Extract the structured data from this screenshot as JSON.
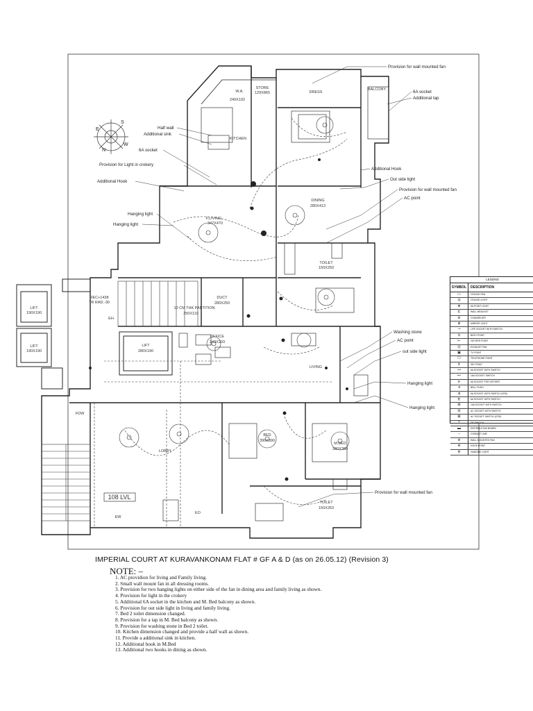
{
  "title": "IMPERIAL COURT  AT KURAVANKONAM FLAT # GF A & D (as on 26.05.12) (Revision 3)",
  "note_heading": "NOTE: –",
  "notes": [
    "1. AC providion for living and Family living.",
    "2. Small wall mount fan in all dressing rooms.",
    "3. Provision for two hanging lights on either side of the fan in dining area and family living as shown.",
    "4. Provision for light in the crokery",
    "5. Additional 6A socket in the kitchen and M. Bed balcony as shown.",
    "6. Provision for out side light in living and family living.",
    "7. Bed 2 toilet dimension changed.",
    "8. Provision for a tap in M. Bed balcony as shown.",
    "9. Provision for washing stone in Bed 2 toilet.",
    "10. Kitchen dimension changed and provide a half wall as shown.",
    "11. Provide a additional sink in kitchen.",
    "12. Additional hook in M.Bed",
    "13. Additional two hooks in dining as shown."
  ],
  "callouts_left": [
    "Half wall",
    "Additional sink",
    "6A socket",
    "Provision for Light in crokery",
    "Additional Hook",
    "Hanging light",
    "Hanging light"
  ],
  "callouts_right": [
    "Provision for wall mounted fan",
    "6A socket",
    "Additional tap",
    "Additional Hook",
    "Out side light",
    "Provision for wall mounted fan",
    "AC point",
    "Washing stone",
    "AC point",
    "out side light",
    "Hanging light",
    "Hanging light",
    "Provision for wall mounted fan"
  ],
  "compass": {
    "n": "N",
    "s": "S",
    "e": "E",
    "w": "W"
  },
  "rooms": {
    "store": "STORE",
    "store_dim": "129X865",
    "wa": "W.A.",
    "wa_dim": "240X192",
    "dress": "DRESS",
    "balcony": "BALCONY",
    "kitchen": "KITCHEN",
    "dining": "DINING",
    "dining_dim": "280X413",
    "fliving": "F.LIVING",
    "fliving_dim": "347X470",
    "toilet": "TOILET",
    "toilet_dim": "150X250",
    "duct": "DUCT",
    "duct_dim": "280X250",
    "parking": "10 CM THK PARTITION",
    "parking_dim": "250X110",
    "office": "OFFICE",
    "office_dim": "343X203",
    "lift1": "LIFT",
    "lift1_dim": "190X190",
    "lift2": "LIFT",
    "lift2_dim": "190X190",
    "lift3": "LIFT",
    "lift3_dim": "280X190",
    "rec": "REC+1438",
    "rec2": "TR RAD.-30",
    "lobby": "LOBBY",
    "living": "LIVING",
    "bed": "BED",
    "bed_dim": "390X390",
    "mbed": "M.BED",
    "mbed_dim": "380X380",
    "toilet2": "TOILET",
    "toilet2_dim": "150X263",
    "fdw": "FDW",
    "ew": "EW",
    "eo": "EO",
    "eh": "EH",
    "level": "108 LVL"
  },
  "legend": {
    "title": "LEGEND",
    "col_symbol": "SYMBOL",
    "col_desc": "DESCRIPTION",
    "rows": [
      {
        "sym": "▭",
        "desc": "CEILING FAN"
      },
      {
        "sym": "◎",
        "desc": "CEILING LIGHT"
      },
      {
        "sym": "⊗",
        "desc": "6A POINT LIGHT"
      },
      {
        "sym": "⊏",
        "desc": "WALL BRACKET"
      },
      {
        "sym": "⊖",
        "desc": "CHANDELIER"
      },
      {
        "sym": "⊕",
        "desc": "MIRROR LIGHT"
      },
      {
        "sym": "⊸",
        "desc": "LIFE SOCKET WITH SWITCH"
      },
      {
        "sym": "⊙",
        "desc": "BATH POINT"
      },
      {
        "sym": "⊢",
        "desc": "GEYSER POINT"
      },
      {
        "sym": "⊡",
        "desc": "EXHAUST FAN"
      },
      {
        "sym": "▣",
        "desc": "TV POINT"
      },
      {
        "sym": "☐",
        "desc": "TELEPHONE POINT"
      },
      {
        "sym": "⊻",
        "desc": "ISD POINT"
      },
      {
        "sym": "⊶",
        "desc": "6A SOCKET WITH SWITCH"
      },
      {
        "sym": "⊷",
        "desc": "16A SOCKET SWITCH"
      },
      {
        "sym": "⊳",
        "desc": "6A SOCKET FOR GEYSER"
      },
      {
        "sym": "⊲",
        "desc": "BELL PUSH"
      },
      {
        "sym": "⊴",
        "desc": "6A SOCKET WITH SWITCH (CRS)"
      },
      {
        "sym": "⊵",
        "desc": "6A SOCKET WITH SWITCH"
      },
      {
        "sym": "⊞",
        "desc": "16A SOCKET WITH SWITCH"
      },
      {
        "sym": "⊟",
        "desc": "AC SOCKET WITH SWITCH"
      },
      {
        "sym": "⊠",
        "desc": "AC SOCKET SWITCH (CRS)"
      },
      {
        "sym": "⊤",
        "desc": "DB SWITCH"
      },
      {
        "sym": "▬",
        "desc": "DISTRIBUTION BOARD"
      },
      {
        "sym": "╌",
        "desc": "CONDUIT LINE"
      },
      {
        "sym": "⊘",
        "desc": "WALL MOUNTED FAN"
      },
      {
        "sym": "⊜",
        "desc": "HOOK POINT"
      },
      {
        "sym": "⊚",
        "desc": "HANGING LIGHT"
      }
    ]
  }
}
